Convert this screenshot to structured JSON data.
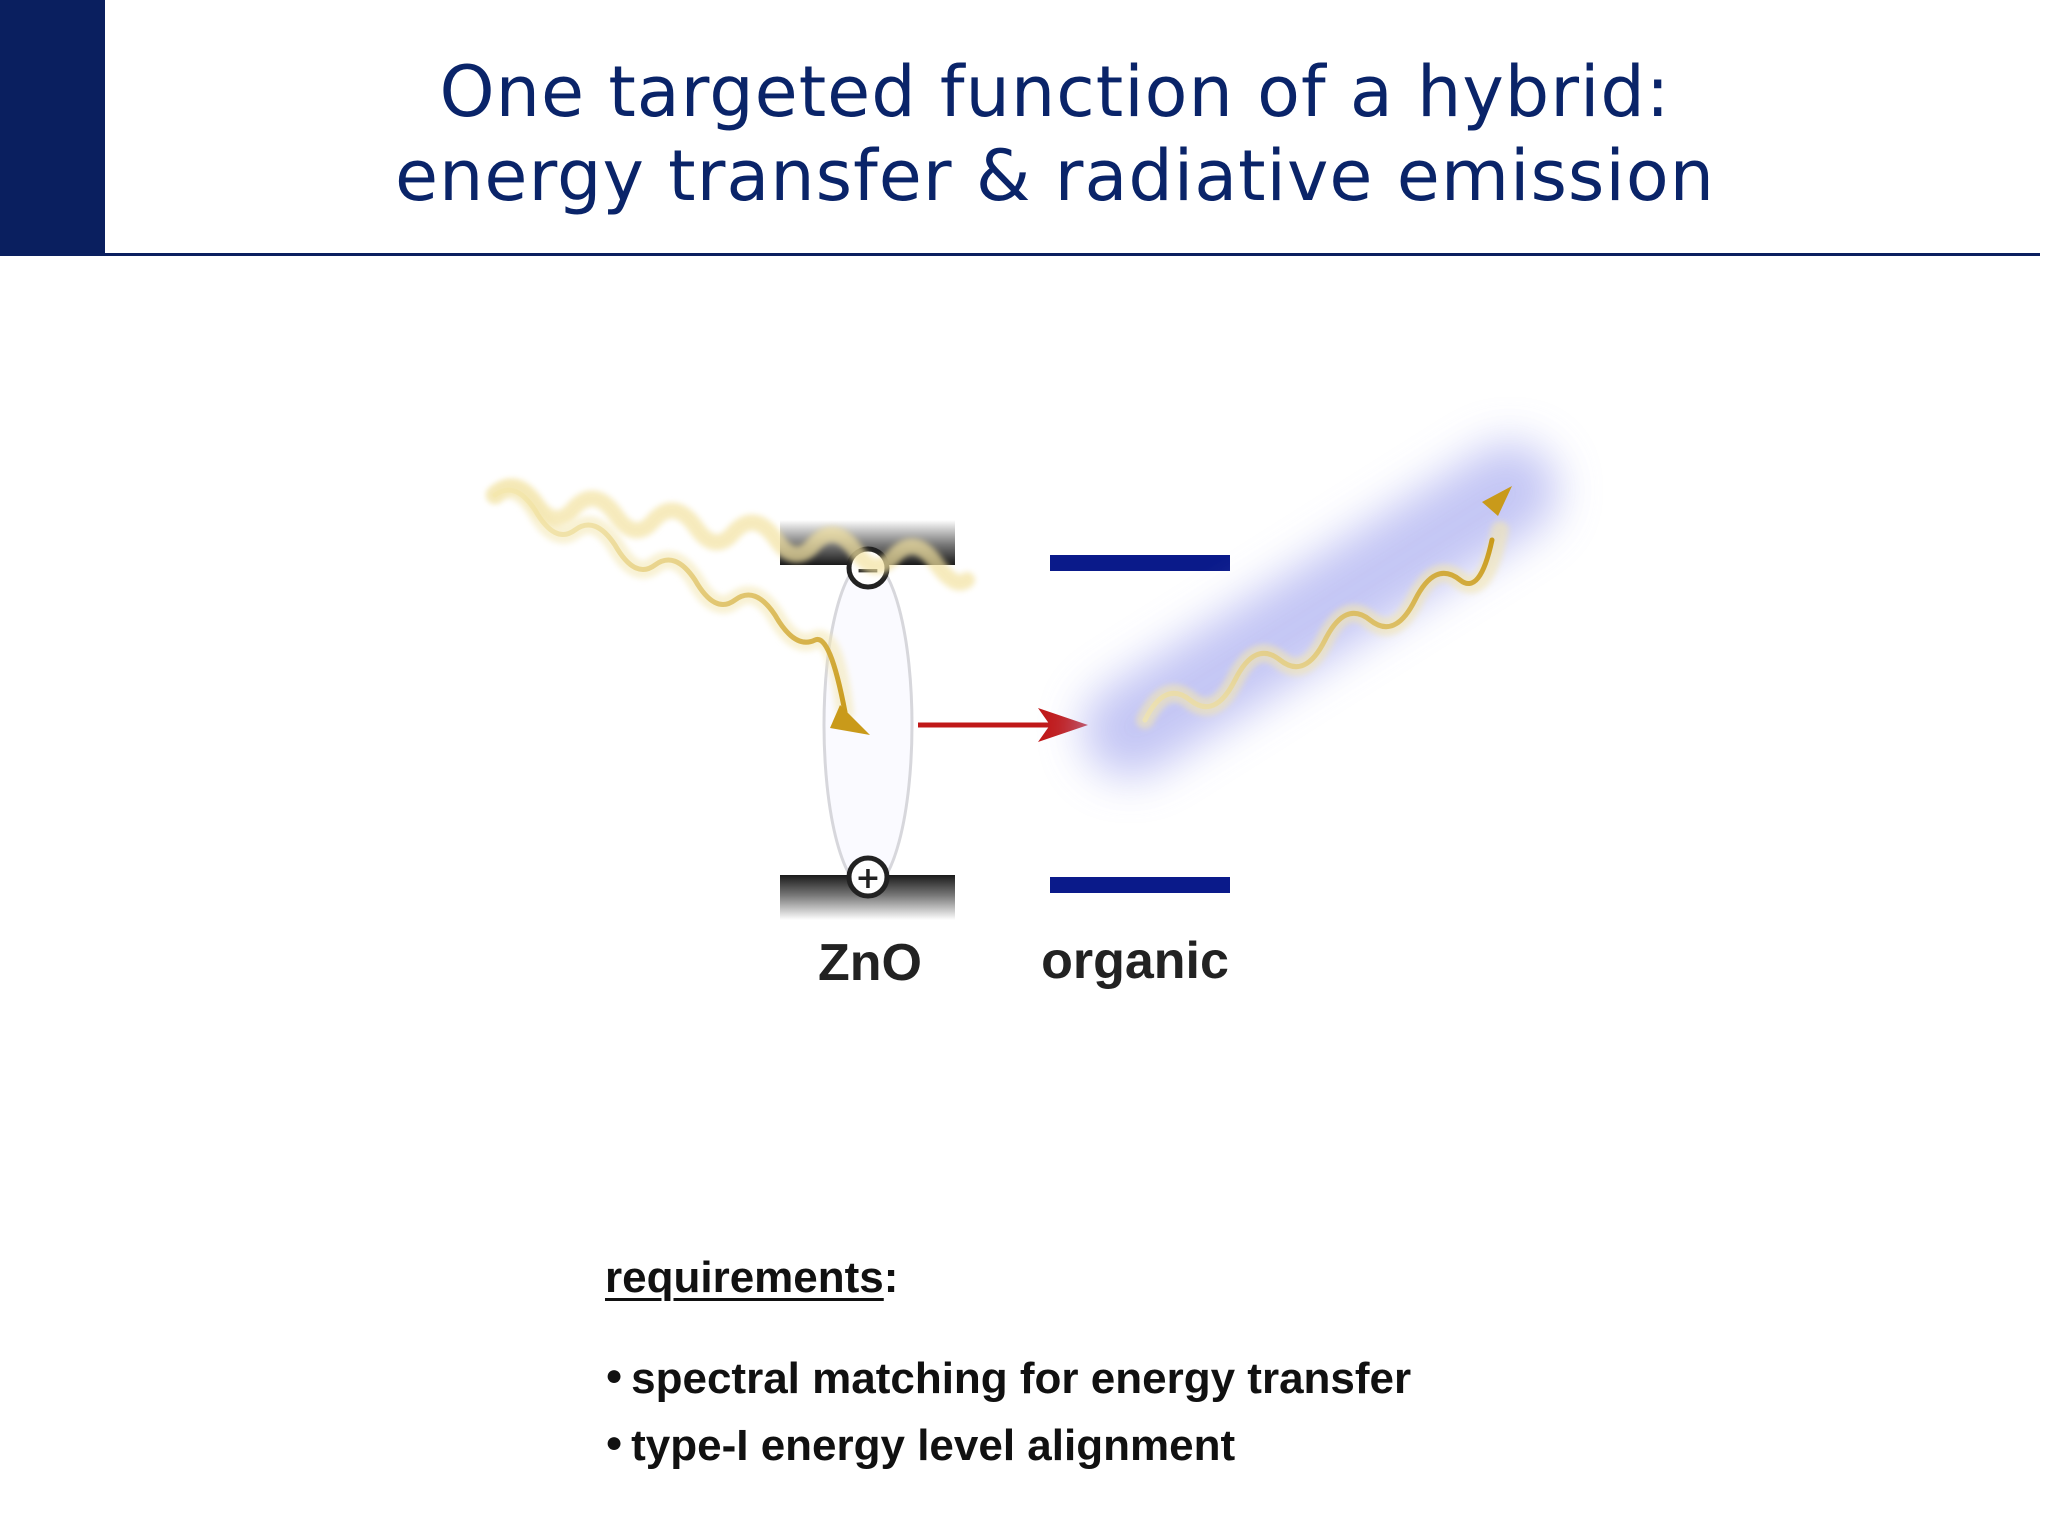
{
  "title": {
    "line1": "One targeted function of a hybrid:",
    "line2": "energy transfer & radiative emission"
  },
  "diagram": {
    "label_zno": "ZnO",
    "label_organic": "organic",
    "minus_sign": "−",
    "plus_sign": "+",
    "colors": {
      "organic_level": "#0a1a8a",
      "transfer_arrow": "#c01818",
      "photon": "#d8b23a",
      "emission_glow": "#b7b9f2",
      "title_blue": "#0a2469"
    }
  },
  "requirements": {
    "heading": "requirements",
    "colon": ":",
    "items": [
      "spectral matching for energy transfer",
      "type-I energy level alignment"
    ]
  }
}
